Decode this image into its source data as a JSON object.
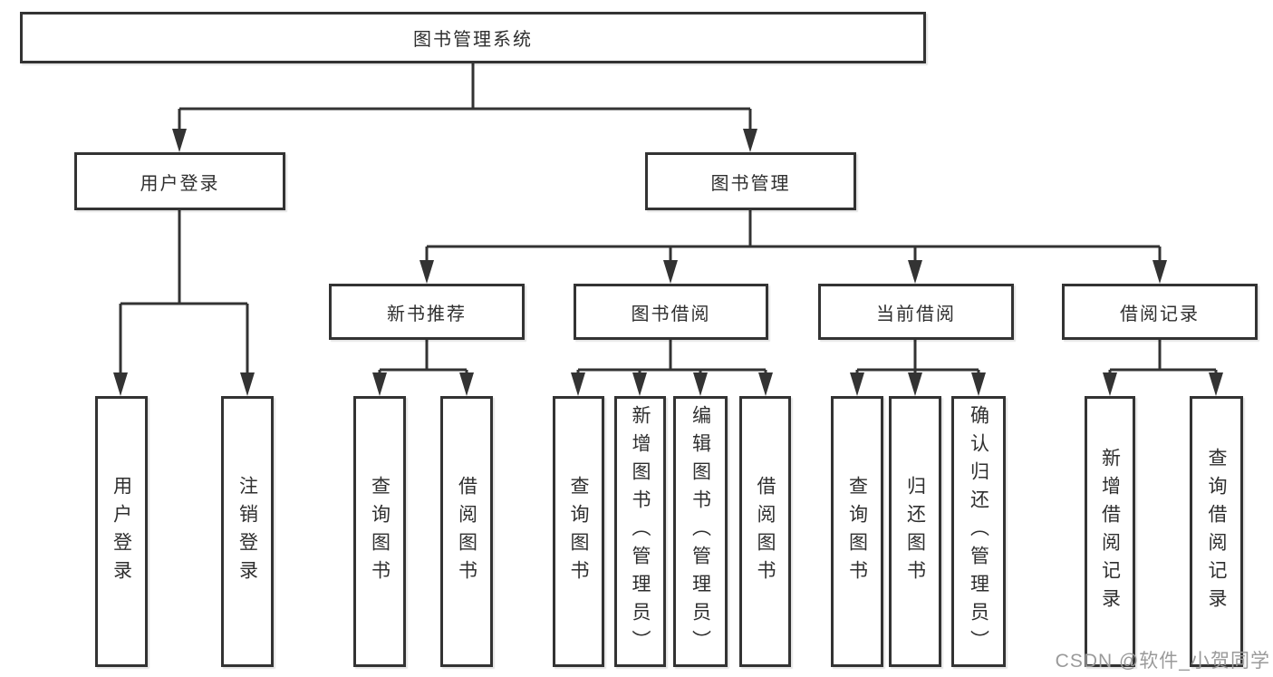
{
  "colors": {
    "line": "#333333",
    "text": "#2f2f2f",
    "watermark": "#9a9a9a",
    "background": "#ffffff"
  },
  "watermark": "CSDN @软件_小贺同学",
  "diagram": {
    "type": "tree",
    "root": {
      "label": "图书管理系统"
    },
    "children": [
      {
        "label": "用户登录",
        "children": [
          {
            "label": "用户登录"
          },
          {
            "label": "注销登录"
          }
        ]
      },
      {
        "label": "图书管理",
        "children": [
          {
            "label": "新书推荐",
            "children": [
              {
                "label": "查询图书"
              },
              {
                "label": "借阅图书"
              }
            ]
          },
          {
            "label": "图书借阅",
            "children": [
              {
                "label": "查询图书"
              },
              {
                "label": "新增图书（管理员）"
              },
              {
                "label": "编辑图书（管理员）"
              },
              {
                "label": "借阅图书"
              }
            ]
          },
          {
            "label": "当前借阅",
            "children": [
              {
                "label": "查询图书"
              },
              {
                "label": "归还图书"
              },
              {
                "label": "确认归还（管理员）"
              }
            ]
          },
          {
            "label": "借阅记录",
            "children": [
              {
                "label": "新增借阅记录"
              },
              {
                "label": "查询借阅记录"
              }
            ]
          }
        ]
      }
    ]
  }
}
